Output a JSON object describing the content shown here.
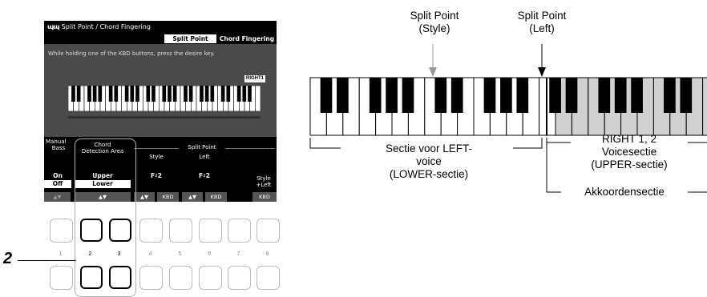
{
  "screen": {
    "title": "Split Point / Chord Fingering",
    "logo_glyph": "ɈɈɈ",
    "tabs": [
      {
        "label": "Split Point",
        "active": true
      },
      {
        "label": "Chord Fingering",
        "active": false
      }
    ],
    "instruction": "While holding one of the KBD buttons, press the desire key.",
    "right_badge": "RIGHT1",
    "columns": {
      "manual_bass": {
        "label_line1": "Manual",
        "label_line2": "Bass",
        "options": [
          "On",
          "Off"
        ],
        "selected": "Off",
        "softkey": "▲▼"
      },
      "chord_detection": {
        "label_line1": "Chord",
        "label_line2": "Detection Area",
        "options": [
          "Upper",
          "Lower"
        ],
        "selected": "Lower",
        "softkey": "▲▼"
      },
      "split_point_header": "Split Point",
      "style": {
        "label": "Style",
        "value": "F♯2",
        "softkeys": [
          "▲▼",
          "KBD"
        ]
      },
      "left": {
        "label": "Left",
        "value": "F♯2",
        "softkeys": [
          "▲▼",
          "KBD"
        ]
      },
      "style_left": {
        "label_line1": "Style",
        "label_line2": "+Left",
        "softkey": "KBD"
      }
    }
  },
  "panel_buttons": {
    "numbers": [
      "1",
      "2",
      "3",
      "4",
      "5",
      "6",
      "7",
      "8"
    ],
    "highlighted": [
      "2",
      "3"
    ]
  },
  "step_number": "2",
  "diagram": {
    "split_point_style": {
      "line1": "Split Point",
      "line2": "(Style)"
    },
    "split_point_left": {
      "line1": "Split Point",
      "line2": "(Left)"
    },
    "left_section": {
      "line1": "Sectie voor LEFT-",
      "line2": "voice",
      "line3": "(LOWER-sectie)"
    },
    "right_section": {
      "line1": "RIGHT 1, 2",
      "line2": "Voicesectie",
      "line3": "(UPPER-sectie)"
    },
    "chord_section": "Akkoordensectie",
    "colors": {
      "upper_keys": "#d0d0d0",
      "arrow_style": "#999999",
      "arrow_left": "#000000"
    }
  }
}
